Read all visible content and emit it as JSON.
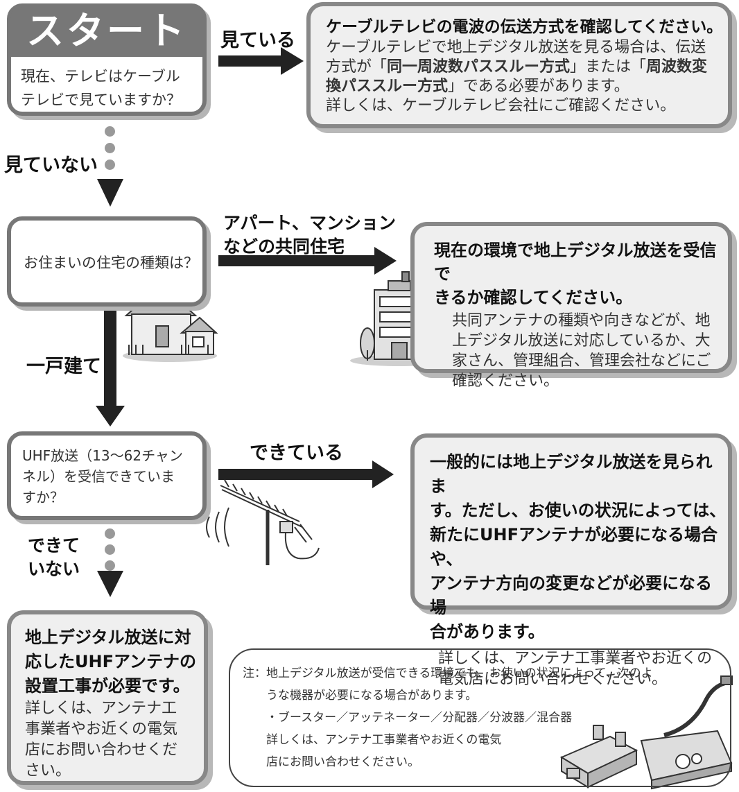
{
  "start": {
    "title": "スタート",
    "question": [
      "現在、テレビはケーブル",
      "テレビで見ていますか？"
    ]
  },
  "labels": {
    "watching": "見ている",
    "not_watching": "見ていない",
    "apartment": [
      "アパート、マンション",
      "などの共同住宅"
    ],
    "detached": "一戸建て",
    "receiving": "できている",
    "not_receiving": [
      "できて",
      "いない"
    ]
  },
  "cable_box": {
    "title": "ケーブルテレビの電波の伝送方式を確認してください。",
    "body_line1": "ケーブルテレビで地上デジタル放送を見る場合は、伝送",
    "body_line2_a": "方式が「",
    "body_line2_b": "同一周波数パススルー方式",
    "body_line2_c": "」または「",
    "body_line2_d": "周波数変",
    "body_line3_a": "換パススルー方式",
    "body_line3_b": "」である必要があります。",
    "body_line4": "詳しくは、ケーブルテレビ会社にご確認ください。"
  },
  "housing_question": "お住まいの住宅の種類は？",
  "apartment_box": {
    "title": [
      "現在の環境で地上デジタル放送を受信で",
      "きるか確認してください。"
    ],
    "body": [
      "共同アンテナの種類や向きなどが、地",
      "上デジタル放送に対応しているか、大",
      "家さん、管理組合、管理会社などにご",
      "確認ください。"
    ]
  },
  "uhf_question": [
    "UHF放送（13〜62チャン",
    "ネル）を受信できていま",
    "すか？"
  ],
  "uhf_ok_box": {
    "title": [
      "一般的には地上デジタル放送を見られま",
      "す。ただし、お使いの状況によっては、",
      "新たにUHFアンテナが必要になる場合や、",
      "アンテナ方向の変更などが必要になる場",
      "合があります。"
    ],
    "body": [
      "詳しくは、アンテナ工事業者やお近くの",
      "電気店にお問い合わせください。"
    ]
  },
  "install_box": {
    "title": [
      "地上デジタル放送に対",
      "応したUHFアンテナの",
      "設置工事が必要です。"
    ],
    "body": [
      "詳しくは、アンテナ工",
      "事業者やお近くの電気",
      "店にお問い合わせくだ",
      "さい。"
    ]
  },
  "note": {
    "line1": "注：地上デジタル放送が受信できる環境でも、お使いの状況によって、次のよ",
    "line2": "うな機器が必要になる場合があります。",
    "line3": "・ブースター／アッテネーター／分配器／分波器／混合器",
    "line4": "詳しくは、アンテナ工事業者やお近くの電気",
    "line5": "店にお問い合わせください。"
  }
}
